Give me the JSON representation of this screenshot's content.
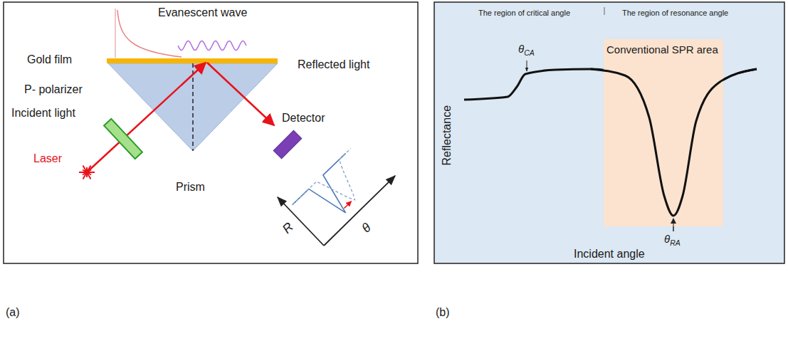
{
  "diagram": {
    "nodes": [
      {
        "text": [
          "Conventional SPR area"
        ]
      }
    ],
    "labels": [
      "Evanescent wave",
      "Gold film",
      "P- polarizer",
      "Incident light",
      "Laser",
      "Prism",
      "Reflected light",
      "Detector",
      "R",
      "θ",
      "(a)",
      "The region of critical angle",
      "The region of resonance angle",
      "θCA",
      "θRA",
      "Reflectance",
      "Incident angle",
      "(b)"
    ]
  }
}
